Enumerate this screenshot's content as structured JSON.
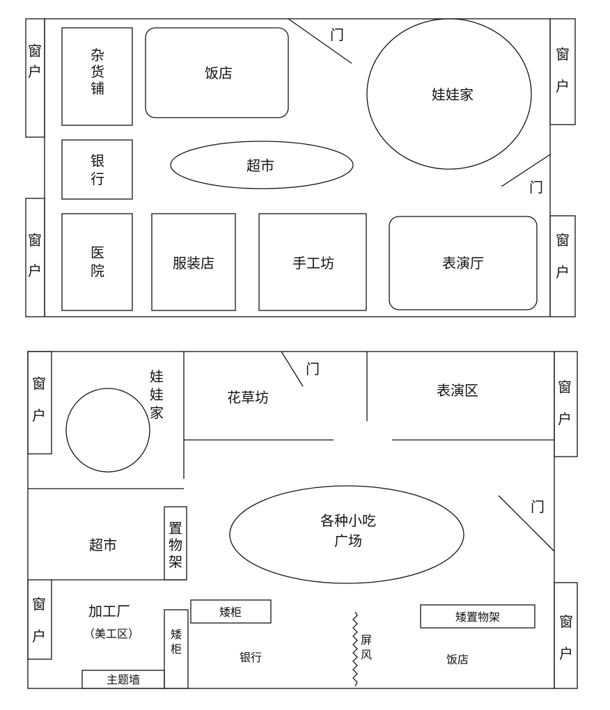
{
  "plan_top": {
    "window_tl": "窗户",
    "window_bl": "窗户",
    "window_tr": "窗户",
    "window_br": "窗户",
    "grocery": "杂货铺",
    "restaurant": "饭店",
    "door_top": "门",
    "doll_house": "娃娃家",
    "bank": "银行",
    "supermarket": "超市",
    "door_right": "门",
    "hospital": "医院",
    "clothing_store": "服装店",
    "handicraft": "手工坊",
    "performance_hall": "表演厅"
  },
  "plan_bottom": {
    "window_tl": "窗户",
    "window_bl": "窗户",
    "window_tr": "窗户",
    "window_br": "窗户",
    "doll_house": "娃娃家",
    "flower_shop": "花草坊",
    "door_top": "门",
    "performance_area": "表演区",
    "snack_plaza_1": "各种小吃",
    "snack_plaza_2": "广场",
    "door_right": "门",
    "supermarket": "超市",
    "shelf": "置物架",
    "factory": "加工厂",
    "art_zone": "（美工区）",
    "low_cabinet_h": "矮柜",
    "low_cabinet_v": "矮柜",
    "screen": "屏风",
    "low_shelf": "矮置物架",
    "bank": "银行",
    "restaurant": "饭店",
    "theme_wall": "主题墙"
  },
  "colors": {
    "line": "#111111",
    "background": "#ffffff"
  }
}
